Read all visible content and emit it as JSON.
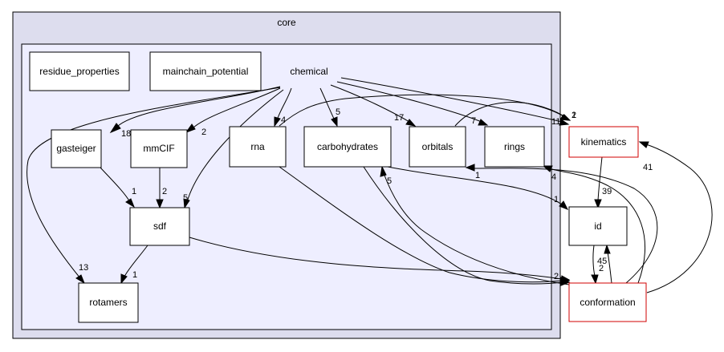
{
  "outer_cluster": {
    "label": "core"
  },
  "nodes": {
    "chemical": "chemical",
    "residue_properties": "residue_properties",
    "mainchain_potential": "mainchain_potential",
    "gasteiger": "gasteiger",
    "mmcif": "mmCIF",
    "rna": "rna",
    "carbohydrates": "carbohydrates",
    "orbitals": "orbitals",
    "rings": "rings",
    "sdf": "sdf",
    "rotamers": "rotamers",
    "kinematics": "kinematics",
    "id": "id",
    "conformation": "conformation"
  },
  "edge_labels": {
    "chem_gasteiger": "18",
    "chem_mmcif": "2",
    "chem_rna": "4",
    "chem_carbohydrates": "5",
    "chem_orbitals": "17",
    "chem_rings": "7",
    "chem_kinematics": "11",
    "chem_sdf": "5",
    "chem_rotamers": "13",
    "gasteiger_sdf": "1",
    "mmcif_sdf": "2",
    "sdf_rotamers": "1",
    "rna_kinematics": "2",
    "orbitals_kinematics": "1",
    "carbohydrates_id": "1",
    "kinematics_id": "39",
    "conf_carbohydrates": "5",
    "conf_orbitals": "1",
    "conf_rings": "4",
    "conf_kinematics": "41",
    "conf_id": "45",
    "id_conf": "2",
    "to_conf": "2"
  },
  "colors": {
    "outer_fill": "#ddddee",
    "inner_fill": "#eeeeff",
    "external_border": "#d00000"
  }
}
